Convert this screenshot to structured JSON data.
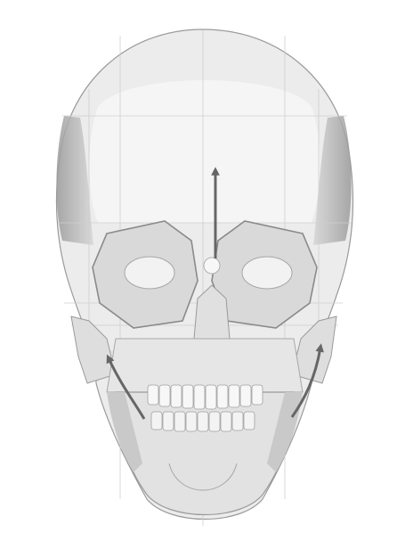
{
  "figure": {
    "subject": "skull-front-view",
    "colors": {
      "background": "#ffffff",
      "bone_fill": "#ececec",
      "bone_light": "#f4f4f4",
      "shadow": "#b9b9b9",
      "dark_shadow": "#8f8f8f",
      "line": "#8a8a8a",
      "guide_line": "#cfcfcf",
      "arrow": "#666666"
    },
    "arrows": [
      {
        "name": "forehead-up-arrow",
        "direction": "up"
      },
      {
        "name": "left-cheek-arrow",
        "direction": "up-left"
      },
      {
        "name": "right-cheek-arrow",
        "direction": "up-right"
      }
    ]
  }
}
